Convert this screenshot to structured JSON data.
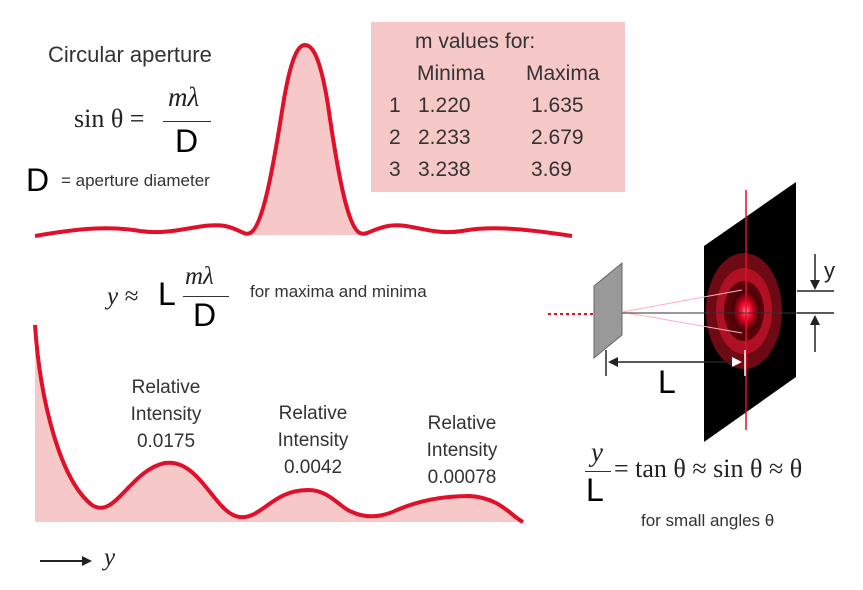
{
  "top_formula": {
    "title": "Circular aperture",
    "lhs": "sin θ =",
    "numerator": "mλ",
    "denominator": "D",
    "d_label": "D",
    "d_desc": "= aperture diameter"
  },
  "table": {
    "header1": "m values for:",
    "col_minima": "Minima",
    "col_maxima": "Maxima",
    "rows": [
      {
        "m": "1",
        "minima": "1.220",
        "maxima": "1.635"
      },
      {
        "m": "2",
        "minima": "2.233",
        "maxima": "2.679"
      },
      {
        "m": "3",
        "minima": "3.238",
        "maxima": "3.69"
      }
    ]
  },
  "mid_formula": {
    "lhs": "y ≈",
    "L": "L",
    "numerator": "mλ",
    "denominator": "D",
    "note": "for maxima and minima"
  },
  "peaks": [
    {
      "line1": "Relative",
      "line2": "Intensity",
      "value": "0.0175"
    },
    {
      "line1": "Relative",
      "line2": "Intensity",
      "value": "0.0042"
    },
    {
      "line1": "Relative",
      "line2": "Intensity",
      "value": "0.00078"
    }
  ],
  "axis": {
    "y_label": "y"
  },
  "setup": {
    "y_label": "y",
    "L_label": "L"
  },
  "bottom_formula": {
    "numerator": "y",
    "denominator": "L",
    "rhs": "= tan θ ≈  sin θ ≈ θ",
    "note": "for small angles θ"
  },
  "colors": {
    "curve": "#e0102a",
    "fill": "#f7c8c8",
    "table_bg": "#f7c8c8",
    "screen": "#000000",
    "aperture": "#9a9a9a"
  }
}
